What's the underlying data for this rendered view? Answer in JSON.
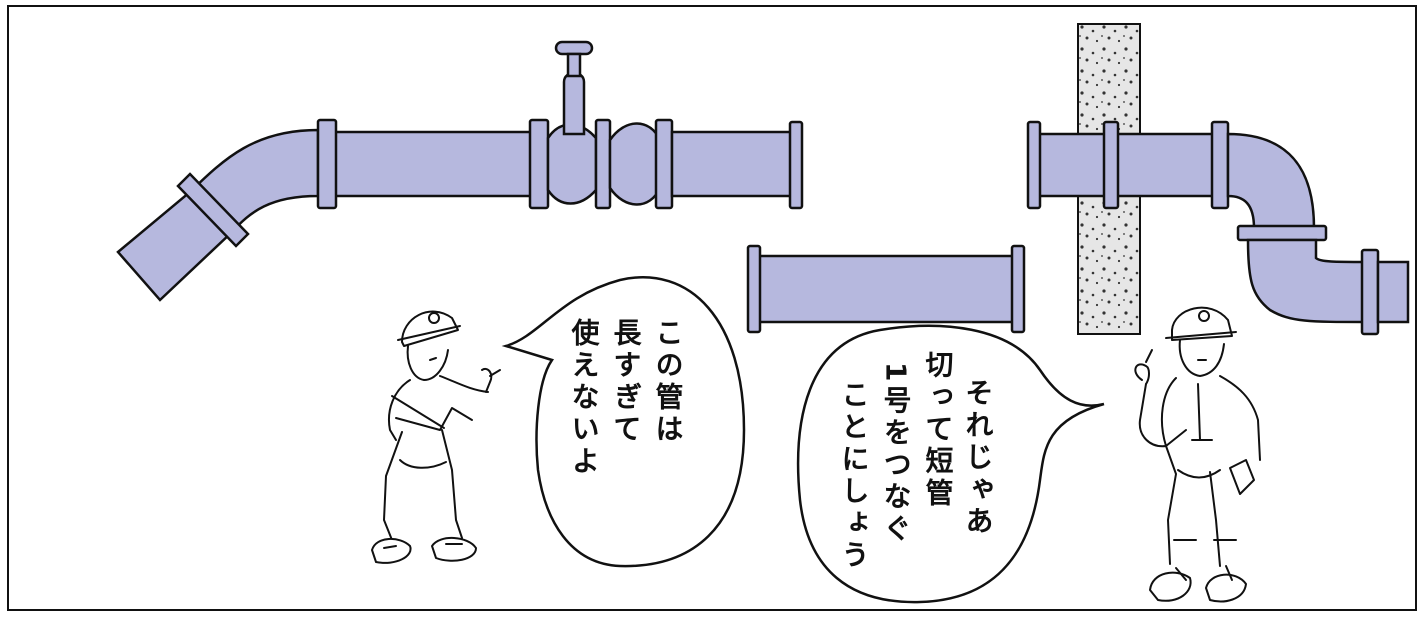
{
  "illustration": {
    "colors": {
      "pipe_fill": "#b6b8de",
      "outline": "#111111",
      "background": "#ffffff",
      "concrete_fill": "#d8d8d8"
    },
    "left_bubble_lines": [
      "この管は",
      "長すぎて",
      "使えないよ"
    ],
    "right_bubble_lines": [
      "それじゃあ",
      "切って短管",
      "1号をつなぐ",
      "ことにしょう"
    ]
  }
}
